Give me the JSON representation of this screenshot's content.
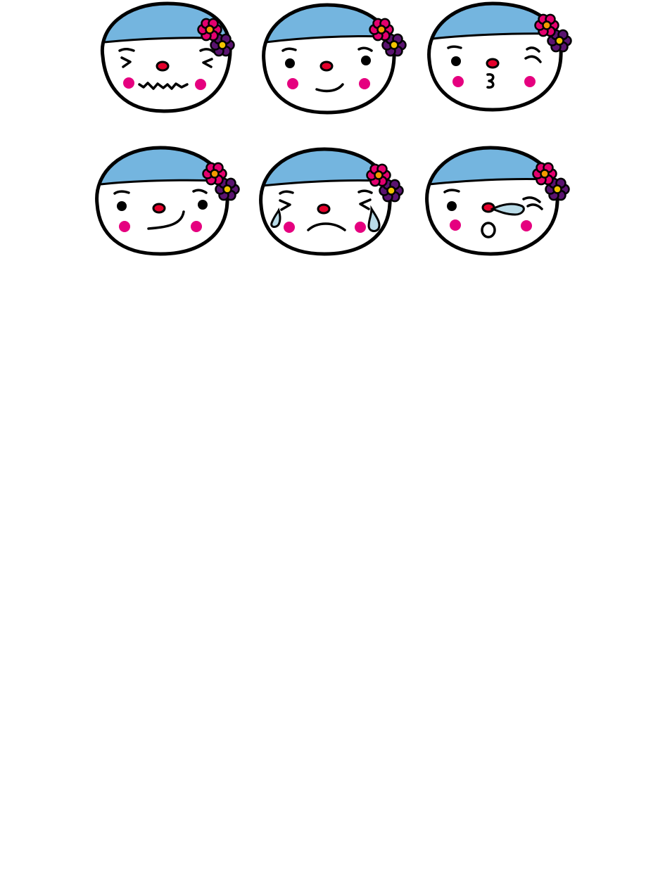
{
  "colors": {
    "background": "#ffffff",
    "outline": "#000000",
    "face": "#ffffff",
    "cap": "#74b5df",
    "nose": "#e4002b",
    "cheek": "#e5007f",
    "flower_petal_pink": "#e4006f",
    "flower_center": "#f39800",
    "flower_petal_purple": "#5a1370",
    "flower_center_purple": "#f3c400",
    "tear": "#b9dbe8"
  },
  "faces": [
    {
      "expression": "squinting-wavy-mouth",
      "icon": "snowman-face-icon"
    },
    {
      "expression": "smiling",
      "icon": "snowman-face-icon"
    },
    {
      "expression": "winking-kiss",
      "icon": "snowman-face-icon"
    },
    {
      "expression": "smirking",
      "icon": "snowman-face-icon"
    },
    {
      "expression": "crying",
      "icon": "snowman-face-icon"
    },
    {
      "expression": "surprised-runny-nose",
      "icon": "snowman-face-icon"
    }
  ]
}
